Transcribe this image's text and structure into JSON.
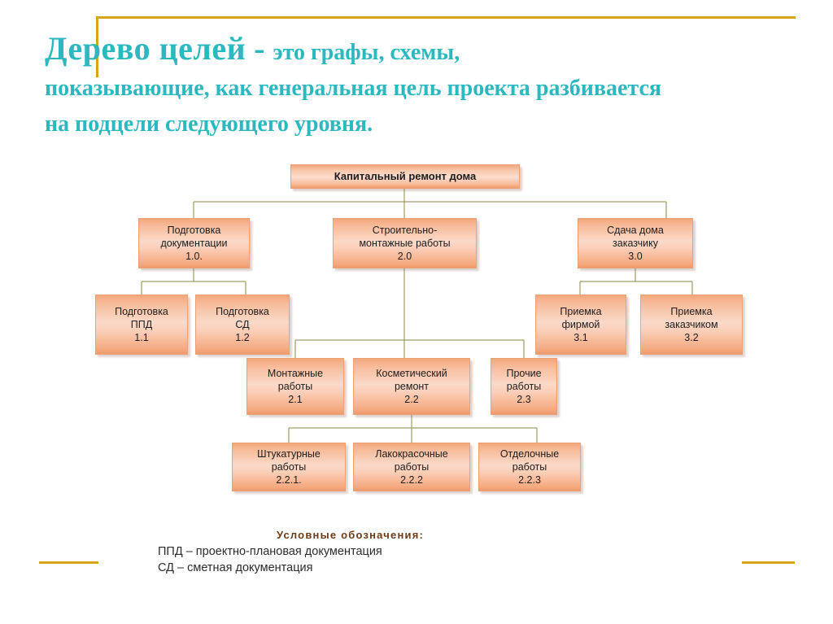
{
  "slide": {
    "heading": {
      "emphasis": "Дерево целей",
      "dash": " - ",
      "rest_line1": "это графы, схемы,",
      "rest_line2": "показывающие, как генеральная цель проекта разбивается",
      "rest_line3": "на подцели следующего уровня."
    },
    "accent_colors": {
      "heading_teal": "#2cb8bf",
      "frame_gold": "#d6a419",
      "node_orange": "#f3a77c",
      "node_pink": "#fbd9c9",
      "connector_olive": "#8a8a4a",
      "legend_brown": "#6b3a16"
    }
  },
  "chart_data": {
    "type": "diagram",
    "title": "Дерево целей — Капитальный ремонт дома",
    "nodes": [
      {
        "id": "root",
        "line1": "Капитальный ремонт дома",
        "line2": "",
        "line3": ""
      },
      {
        "id": "1.0",
        "line1": "Подготовка",
        "line2": "документации",
        "line3": "1.0."
      },
      {
        "id": "2.0",
        "line1": "Строительно-",
        "line2": "монтажные работы",
        "line3": "2.0"
      },
      {
        "id": "3.0",
        "line1": "Сдача   дома",
        "line2": "заказчику",
        "line3": "3.0"
      },
      {
        "id": "1.1",
        "line1": "Подготовка",
        "line2": "ППД",
        "line3": "1.1"
      },
      {
        "id": "1.2",
        "line1": "Подготовка",
        "line2": "СД",
        "line3": "1.2"
      },
      {
        "id": "2.1",
        "line1": "Монтажные",
        "line2": "работы",
        "line3": "2.1"
      },
      {
        "id": "2.2",
        "line1": "Косметический",
        "line2": "ремонт",
        "line3": "2.2"
      },
      {
        "id": "2.3",
        "line1": "Прочие",
        "line2": "работы",
        "line3": "2.3"
      },
      {
        "id": "3.1",
        "line1": "Приемка",
        "line2": "фирмой",
        "line3": "3.1"
      },
      {
        "id": "3.2",
        "line1": "Приемка",
        "line2": "заказчиком",
        "line3": "3.2"
      },
      {
        "id": "2.2.1",
        "line1": "Штукатурные",
        "line2": "работы",
        "line3": "2.2.1."
      },
      {
        "id": "2.2.2",
        "line1": "Лакокрасочные",
        "line2": "работы",
        "line3": "2.2.2"
      },
      {
        "id": "2.2.3",
        "line1": "Отделочные",
        "line2": "работы",
        "line3": "2.2.3"
      }
    ],
    "edges": [
      [
        "root",
        "1.0"
      ],
      [
        "root",
        "2.0"
      ],
      [
        "root",
        "3.0"
      ],
      [
        "1.0",
        "1.1"
      ],
      [
        "1.0",
        "1.2"
      ],
      [
        "2.0",
        "2.1"
      ],
      [
        "2.0",
        "2.2"
      ],
      [
        "2.0",
        "2.3"
      ],
      [
        "3.0",
        "3.1"
      ],
      [
        "3.0",
        "3.2"
      ],
      [
        "2.2",
        "2.2.1"
      ],
      [
        "2.2",
        "2.2.2"
      ],
      [
        "2.2",
        "2.2.3"
      ]
    ]
  },
  "legend": {
    "title": "Условные обозначения:",
    "line1": "ППД – проектно-плановая документация",
    "line2": "СД – сметная документация"
  }
}
